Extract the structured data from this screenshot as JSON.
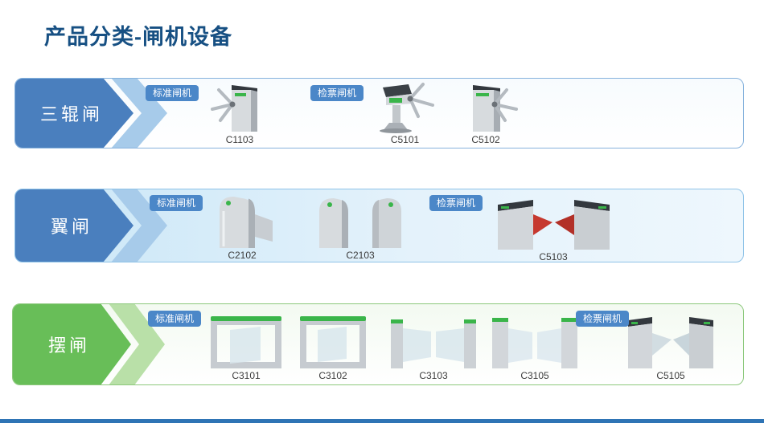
{
  "title": "产品分类-闸机设备",
  "rows": [
    {
      "category": "三辊闸",
      "tag_standard": "标准闸机",
      "tag_ticket": "检票闸机",
      "products": [
        "C1103",
        "C5101",
        "C5102"
      ]
    },
    {
      "category": "翼闸",
      "tag_standard": "标准闸机",
      "tag_ticket": "检票闸机",
      "products": [
        "C2102",
        "C2103",
        "C5103"
      ]
    },
    {
      "category": "摆闸",
      "tag_standard": "标准闸机",
      "tag_ticket": "检票闸机",
      "products": [
        "C3101",
        "C3102",
        "C3103",
        "C3105",
        "C5105"
      ]
    }
  ],
  "colors": {
    "title_text": "#175083",
    "row_blue_border": "#86b2dd",
    "row_lightblue_fill": "#c9e6f7",
    "row_green_border": "#8cc87c",
    "arrow_blue": "#4a7fbe",
    "arrow_blue_light": "#a7cbea",
    "arrow_green": "#68be58",
    "arrow_green_light": "#b9e0a8",
    "tag_blue": "#4b87c8",
    "indicator_green": "#3ab54a",
    "flap_red": "#c6392f",
    "bottom_bar": "#2e74b5"
  }
}
